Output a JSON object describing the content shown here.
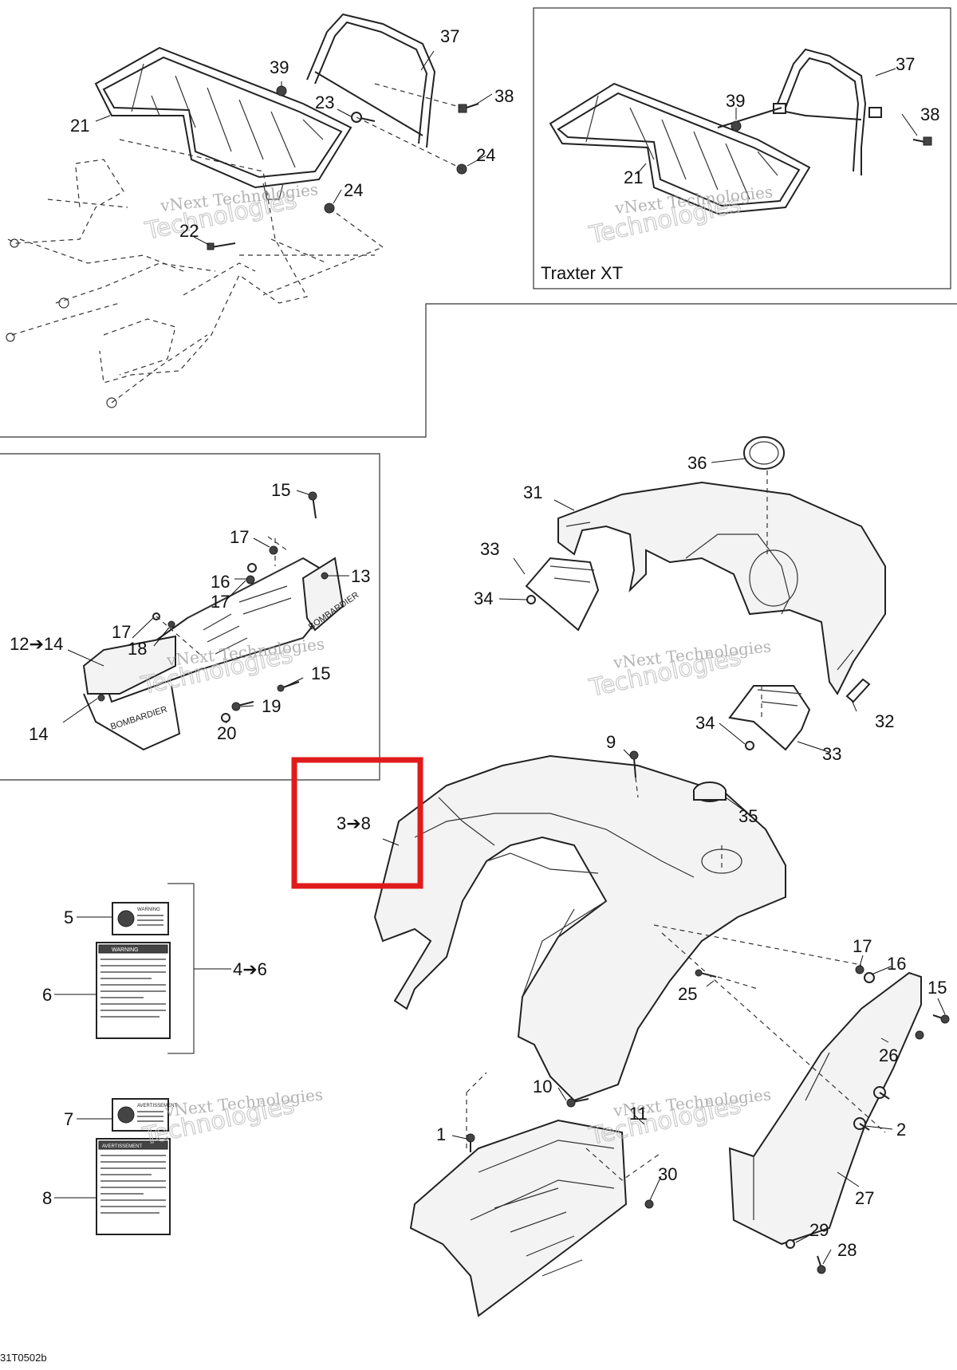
{
  "diagram": {
    "drawing_code": "31T0502b",
    "inset_title": "Traxter XT",
    "watermark_line1": "vNext Technologies",
    "watermark_line2": "Technologies",
    "brand_text": "BOMBARDIER",
    "label_warning": "WARNING",
    "label_avertissement": "AVERTISSEMENT",
    "callouts": {
      "c21a": "21",
      "c39a": "39",
      "c37a": "37",
      "c23": "23",
      "c38a": "38",
      "c24a": "24",
      "c24b": "24",
      "c22": "22",
      "c37b": "37",
      "c39b": "39",
      "c38b": "38",
      "c21b": "21",
      "c15a": "15",
      "c17a": "17",
      "c13": "13",
      "c16a": "16",
      "c17b": "17",
      "c17c": "17",
      "c18": "18",
      "c12to14": "12➔14",
      "c15b": "15",
      "c19": "19",
      "c14": "14",
      "c20": "20",
      "c36": "36",
      "c31": "31",
      "c33a": "33",
      "c34a": "34",
      "c32": "32",
      "c34b": "34",
      "c33b": "33",
      "c9": "9",
      "c35": "35",
      "c3to8": "3➔8",
      "c5": "5",
      "c6": "6",
      "c4to6": "4➔6",
      "c7": "7",
      "c8": "8",
      "c17d": "17",
      "c16b": "16",
      "c15c": "15",
      "c25": "25",
      "c26": "26",
      "c2": "2",
      "c10": "10",
      "c11": "11",
      "c1": "1",
      "c30": "30",
      "c27": "27",
      "c29": "29",
      "c28": "28"
    }
  }
}
